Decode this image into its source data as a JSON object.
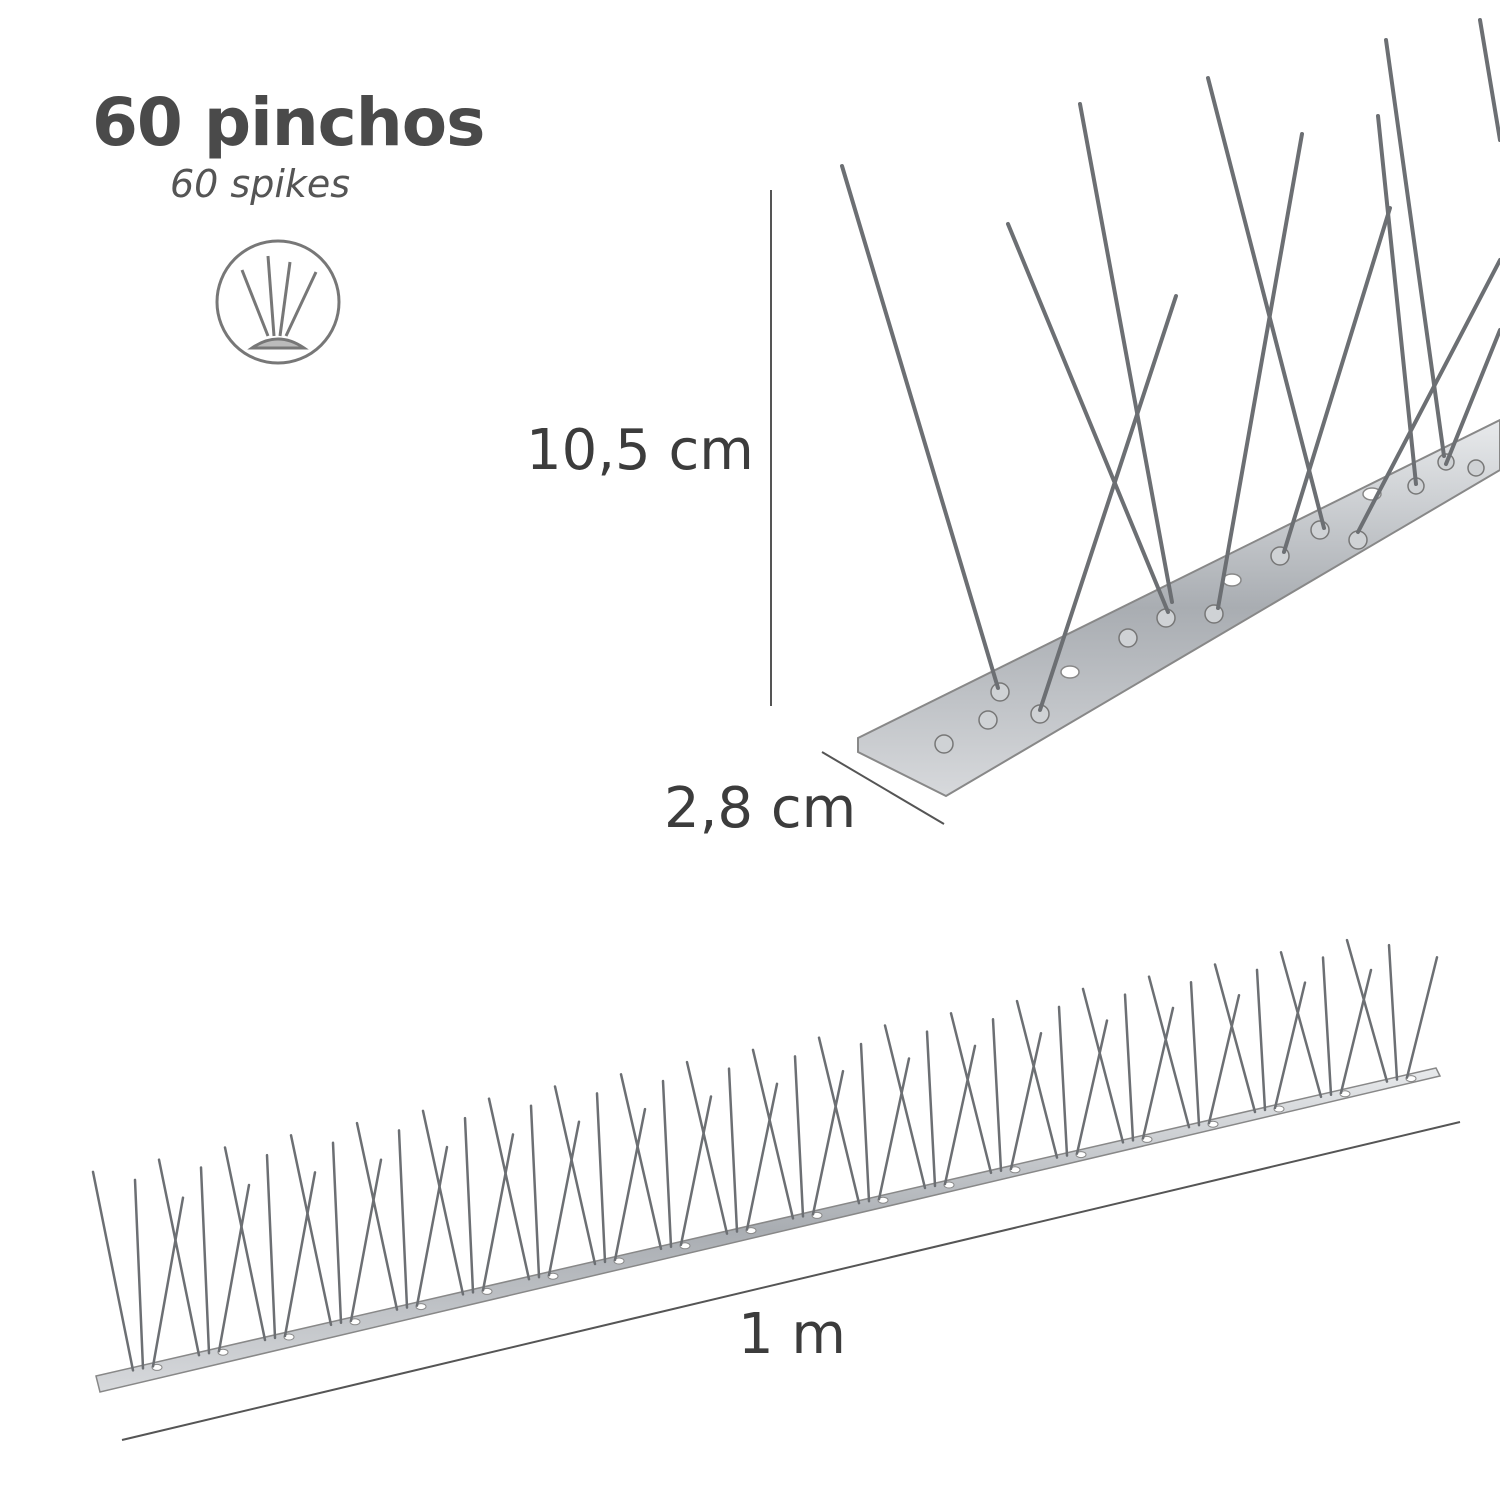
{
  "header": {
    "title": "60 pinchos",
    "subtitle": "60 spikes"
  },
  "dimensions": {
    "height": "10,5 cm",
    "width": "2,8 cm",
    "length": "1 m"
  },
  "icons": {
    "badge": "spike-cluster-icon"
  },
  "colors": {
    "text": "#4a4a4a",
    "metal": "#b9bcc0",
    "wire": "#6c6f73"
  }
}
